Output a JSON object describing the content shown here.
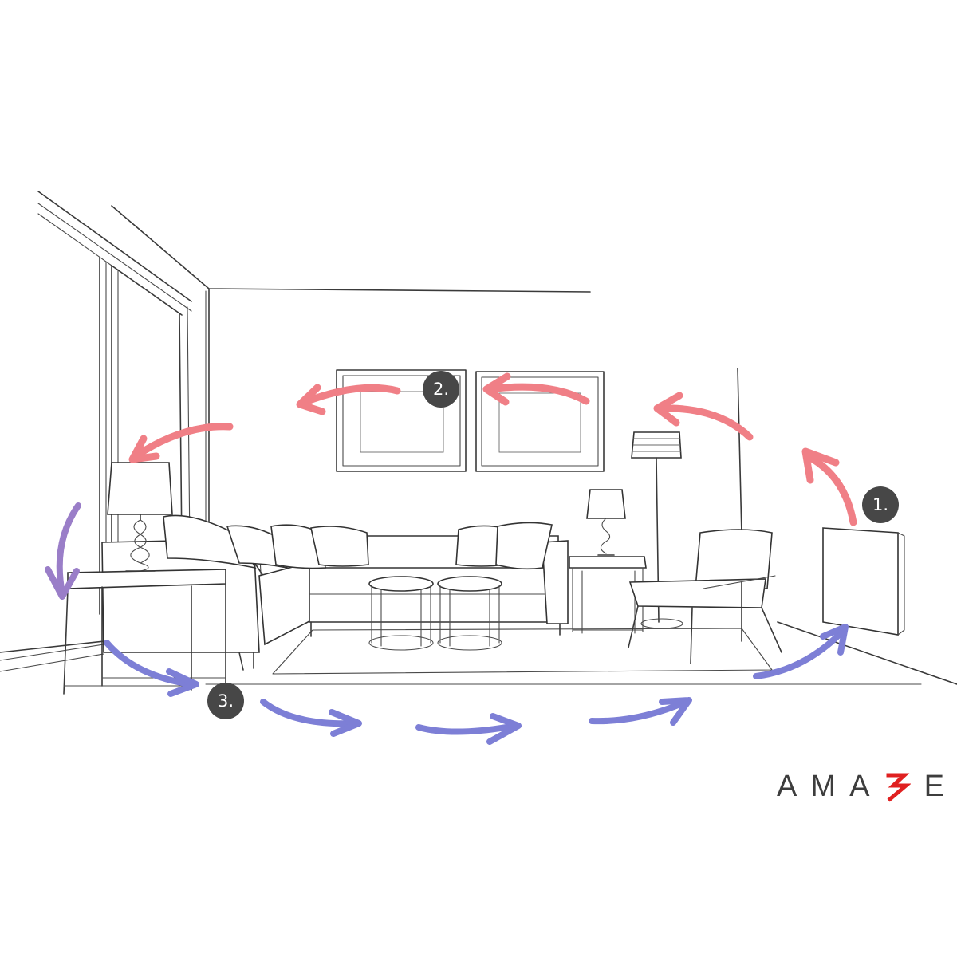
{
  "diagram": {
    "steps": [
      {
        "label": "1."
      },
      {
        "label": "2."
      },
      {
        "label": "3."
      }
    ],
    "colors": {
      "warm_air": "#f07f86",
      "cool_air": "#7d7fd6",
      "transition_air": "#9a7ec8",
      "badge": "#474747",
      "line_art": "#3a3a3a"
    }
  },
  "brand": {
    "letters": [
      "A",
      "M",
      "A",
      "E"
    ],
    "accent_color": "#e02020"
  }
}
